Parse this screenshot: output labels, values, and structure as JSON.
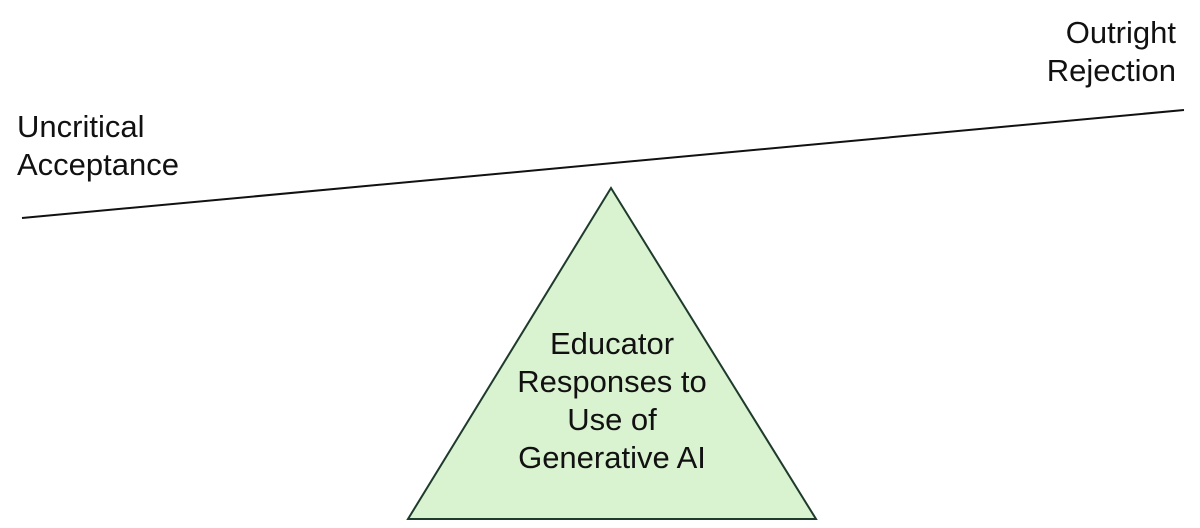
{
  "left_label": {
    "line1": "Uncritical",
    "line2": "Acceptance"
  },
  "right_label": {
    "line1": "Outright",
    "line2": "Rejection"
  },
  "fulcrum": {
    "line1": "Educator",
    "line2": "Responses to",
    "line3": "Use of",
    "line4": "Generative AI"
  },
  "colors": {
    "fulcrum_fill": "#d9f2d0",
    "fulcrum_stroke": "#1e3b2c",
    "beam_stroke": "#111111",
    "text": "#111111"
  }
}
